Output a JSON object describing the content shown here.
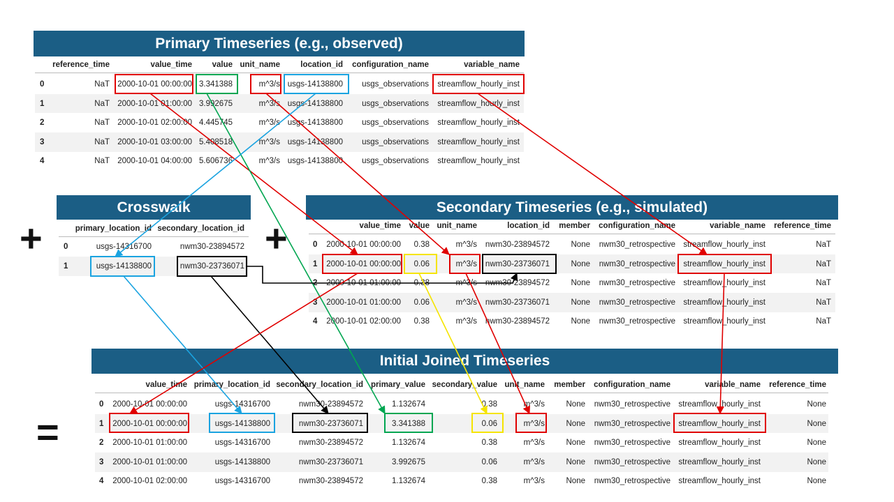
{
  "primary": {
    "title": "Primary Timeseries (e.g., observed)",
    "headers": [
      "reference_time",
      "value_time",
      "value",
      "unit_name",
      "location_id",
      "configuration_name",
      "variable_name"
    ],
    "rows": [
      {
        "idx": "0",
        "cells": [
          "NaT",
          "2000-10-01 00:00:00",
          "3.341388",
          "m^3/s",
          "usgs-14138800",
          "usgs_observations",
          "streamflow_hourly_inst"
        ]
      },
      {
        "idx": "1",
        "cells": [
          "NaT",
          "2000-10-01 01:00:00",
          "3.992675",
          "m^3/s",
          "usgs-14138800",
          "usgs_observations",
          "streamflow_hourly_inst"
        ]
      },
      {
        "idx": "2",
        "cells": [
          "NaT",
          "2000-10-01 02:00:00",
          "4.445745",
          "m^3/s",
          "usgs-14138800",
          "usgs_observations",
          "streamflow_hourly_inst"
        ]
      },
      {
        "idx": "3",
        "cells": [
          "NaT",
          "2000-10-01 03:00:00",
          "5.408518",
          "m^3/s",
          "usgs-14138800",
          "usgs_observations",
          "streamflow_hourly_inst"
        ]
      },
      {
        "idx": "4",
        "cells": [
          "NaT",
          "2000-10-01 04:00:00",
          "5.606736",
          "m^3/s",
          "usgs-14138800",
          "usgs_observations",
          "streamflow_hourly_inst"
        ]
      }
    ]
  },
  "crosswalk": {
    "title": "Crosswalk",
    "headers": [
      "primary_location_id",
      "secondary_location_id"
    ],
    "rows": [
      {
        "idx": "0",
        "cells": [
          "usgs-14316700",
          "nwm30-23894572"
        ]
      },
      {
        "idx": "1",
        "cells": [
          "usgs-14138800",
          "nwm30-23736071"
        ]
      }
    ]
  },
  "secondary": {
    "title": "Secondary Timeseries (e.g., simulated)",
    "headers": [
      "value_time",
      "value",
      "unit_name",
      "location_id",
      "member",
      "configuration_name",
      "variable_name",
      "reference_time"
    ],
    "rows": [
      {
        "idx": "0",
        "cells": [
          "2000-10-01 00:00:00",
          "0.38",
          "m^3/s",
          "nwm30-23894572",
          "None",
          "nwm30_retrospective",
          "streamflow_hourly_inst",
          "NaT"
        ]
      },
      {
        "idx": "1",
        "cells": [
          "2000-10-01 00:00:00",
          "0.06",
          "m^3/s",
          "nwm30-23736071",
          "None",
          "nwm30_retrospective",
          "streamflow_hourly_inst",
          "NaT"
        ]
      },
      {
        "idx": "2",
        "cells": [
          "2000-10-01 01:00:00",
          "0.38",
          "m^3/s",
          "nwm30-23894572",
          "None",
          "nwm30_retrospective",
          "streamflow_hourly_inst",
          "NaT"
        ]
      },
      {
        "idx": "3",
        "cells": [
          "2000-10-01 01:00:00",
          "0.06",
          "m^3/s",
          "nwm30-23736071",
          "None",
          "nwm30_retrospective",
          "streamflow_hourly_inst",
          "NaT"
        ]
      },
      {
        "idx": "4",
        "cells": [
          "2000-10-01 02:00:00",
          "0.38",
          "m^3/s",
          "nwm30-23894572",
          "None",
          "nwm30_retrospective",
          "streamflow_hourly_inst",
          "NaT"
        ]
      }
    ]
  },
  "joined": {
    "title": "Initial Joined Timeseries",
    "headers": [
      "value_time",
      "primary_location_id",
      "secondary_location_id",
      "primary_value",
      "secondary_value",
      "unit_name",
      "member",
      "configuration_name",
      "variable_name",
      "reference_time"
    ],
    "rows": [
      {
        "idx": "0",
        "cells": [
          "2000-10-01 00:00:00",
          "usgs-14316700",
          "nwm30-23894572",
          "1.132674",
          "0.38",
          "m^3/s",
          "None",
          "nwm30_retrospective",
          "streamflow_hourly_inst",
          "None"
        ]
      },
      {
        "idx": "1",
        "cells": [
          "2000-10-01 00:00:00",
          "usgs-14138800",
          "nwm30-23736071",
          "3.341388",
          "0.06",
          "m^3/s",
          "None",
          "nwm30_retrospective",
          "streamflow_hourly_inst",
          "None"
        ]
      },
      {
        "idx": "2",
        "cells": [
          "2000-10-01 01:00:00",
          "usgs-14316700",
          "nwm30-23894572",
          "1.132674",
          "0.38",
          "m^3/s",
          "None",
          "nwm30_retrospective",
          "streamflow_hourly_inst",
          "None"
        ]
      },
      {
        "idx": "3",
        "cells": [
          "2000-10-01 01:00:00",
          "usgs-14138800",
          "nwm30-23736071",
          "3.992675",
          "0.06",
          "m^3/s",
          "None",
          "nwm30_retrospective",
          "streamflow_hourly_inst",
          "None"
        ]
      },
      {
        "idx": "4",
        "cells": [
          "2000-10-01 02:00:00",
          "usgs-14316700",
          "nwm30-23894572",
          "1.132674",
          "0.38",
          "m^3/s",
          "None",
          "nwm30_retrospective",
          "streamflow_hourly_inst",
          "None"
        ]
      }
    ]
  },
  "operators": {
    "plus1": "+",
    "plus2": "+",
    "equals": "="
  },
  "colors": {
    "banner": "#1b5e85",
    "red": "#e00000",
    "green": "#00a651",
    "blue": "#1aa3e0",
    "black": "#000000",
    "yellow": "#f5e400"
  }
}
